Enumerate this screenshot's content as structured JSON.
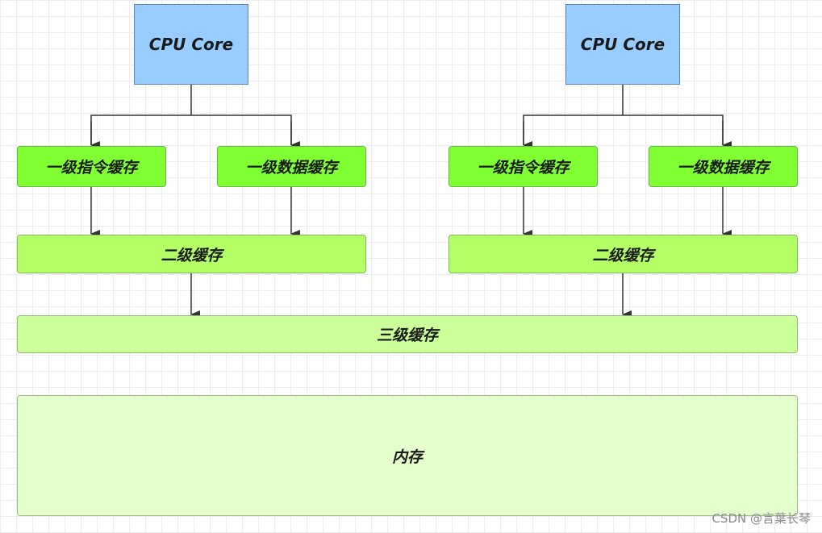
{
  "diagram": {
    "cpu_label": "CPU Core",
    "l1_instruction_label": "一级指令缓存",
    "l1_data_label": "一级数据缓存",
    "l2_label": "二级缓存",
    "l3_label": "三级缓存",
    "memory_label": "内存"
  },
  "watermark": "CSDN @言葉长琴",
  "colors": {
    "cpu_fill": "#99ccff",
    "l1_fill": "#80ff33",
    "l2_fill": "#b4ff66",
    "l3_fill": "#ccff99",
    "memory_fill": "#e5ffcc",
    "arrow": "#333333"
  }
}
